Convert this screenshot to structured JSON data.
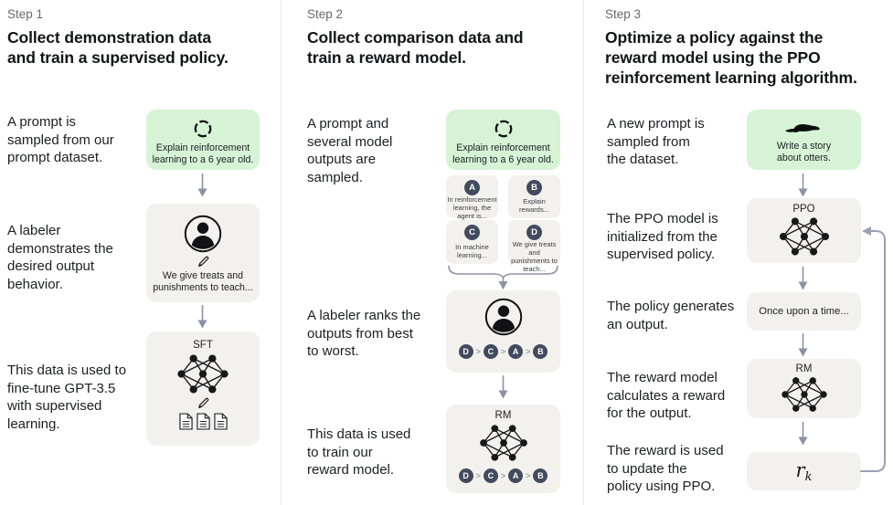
{
  "colors": {
    "background": "#ffffff",
    "green_box": "#d6f3d6",
    "gray_box": "#f2f1ed",
    "chip": "#424b5e",
    "arrow": "#8d92a6",
    "divider": "#e8e8e8"
  },
  "columns": [
    {
      "step_label": "Step 1",
      "heading": "Collect demonstration data\nand train a supervised policy.",
      "annotations": {
        "prompt": "A prompt is\nsampled from our\nprompt dataset.",
        "labeler": "A labeler\ndemonstrates the\ndesired output\nbehavior.",
        "data": "This data is used to\nfine-tune GPT-3.5\nwith supervised\nlearning."
      },
      "boxes": {
        "prompt": "Explain reinforcement\nlearning to a 6 year old.",
        "labeler_caption": "We give treats and\npunishments to teach...",
        "sft_label": "SFT"
      }
    },
    {
      "step_label": "Step 2",
      "heading": "Collect comparison data and\ntrain a reward model.",
      "annotations": {
        "prompt": "A prompt and\nseveral model\noutputs are\nsampled.",
        "labeler": "A labeler ranks the\noutputs from best\nto worst.",
        "data": "This data is used\nto train our\nreward model."
      },
      "boxes": {
        "prompt": "Explain reinforcement\nlearning to a 6 year old.",
        "outputs": [
          {
            "letter": "A",
            "text": "In reinforcement\nlearning, the\nagent is..."
          },
          {
            "letter": "B",
            "text": "Explain rewards..."
          },
          {
            "letter": "C",
            "text": "In machine\nlearning..."
          },
          {
            "letter": "D",
            "text": "We give treats and\npunishments to\nteach..."
          }
        ],
        "ranking": {
          "letters": [
            "D",
            "C",
            "A",
            "B"
          ],
          "separator": ">"
        },
        "rm_label": "RM"
      }
    },
    {
      "step_label": "Step 3",
      "heading": "Optimize a policy against the\nreward model using the PPO\nreinforcement learning algorithm.",
      "annotations": {
        "prompt": "A new prompt is\nsampled from\nthe dataset.",
        "ppo": "The PPO model is\ninitialized from the\nsupervised policy.",
        "output": "The policy generates\nan output.",
        "reward": "The reward model\ncalculates a reward\nfor the output.",
        "update": "The reward is used\nto update the\npolicy using PPO."
      },
      "boxes": {
        "prompt": "Write a story\nabout otters.",
        "ppo_label": "PPO",
        "output_text": "Once upon a time...",
        "rm_label": "RM",
        "reward_base": "r",
        "reward_sub": "k"
      }
    }
  ]
}
